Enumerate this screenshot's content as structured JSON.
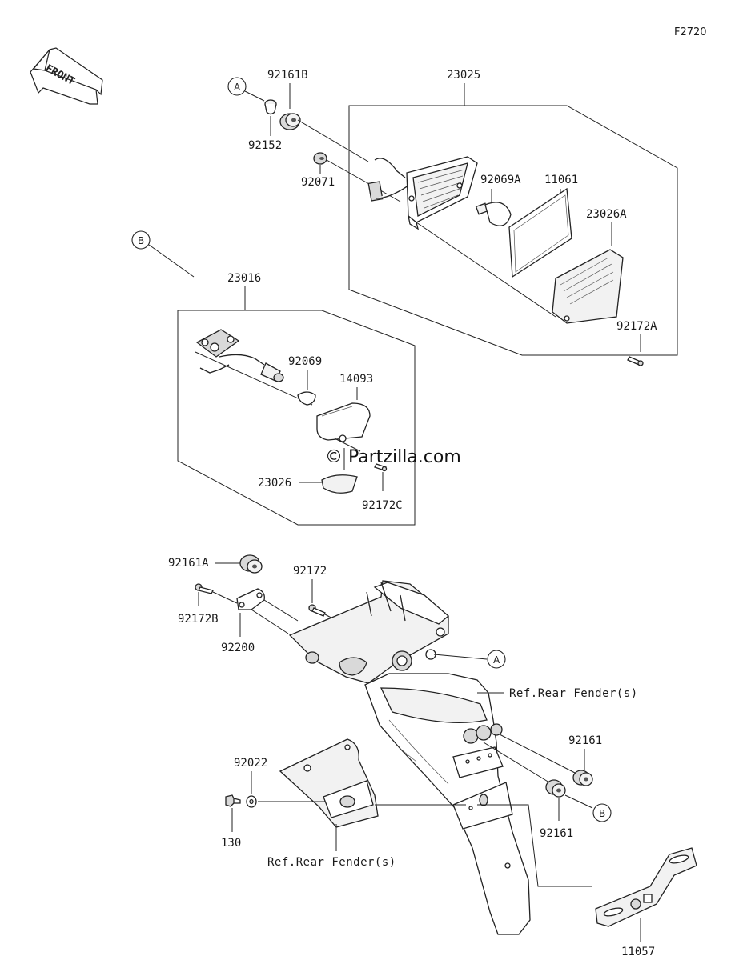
{
  "figure_code": "F2720",
  "front_label": "FRONT",
  "watermark": "© Partzilla.com",
  "callouts": {
    "A": "A",
    "B": "B",
    "A_ref": "A",
    "B_ref": "B"
  },
  "labels": {
    "p92161B": "92161B",
    "p23025": "23025",
    "p92152": "92152",
    "p92071": "92071",
    "p92069A": "92069A",
    "p11061": "11061",
    "p23026A": "23026A",
    "p92172A": "92172A",
    "p23016": "23016",
    "p92069": "92069",
    "p14093": "14093",
    "p23026": "23026",
    "p92172C": "92172C",
    "p92161A": "92161A",
    "p92172": "92172",
    "p92172B": "92172B",
    "p92200": "92200",
    "ref_rear_fender_1": "Ref.Rear Fender(s)",
    "p92161_top": "92161",
    "p92161_bottom": "92161",
    "p92022": "92022",
    "p130": "130",
    "ref_rear_fender_2": "Ref.Rear Fender(s)",
    "p11057": "11057"
  }
}
